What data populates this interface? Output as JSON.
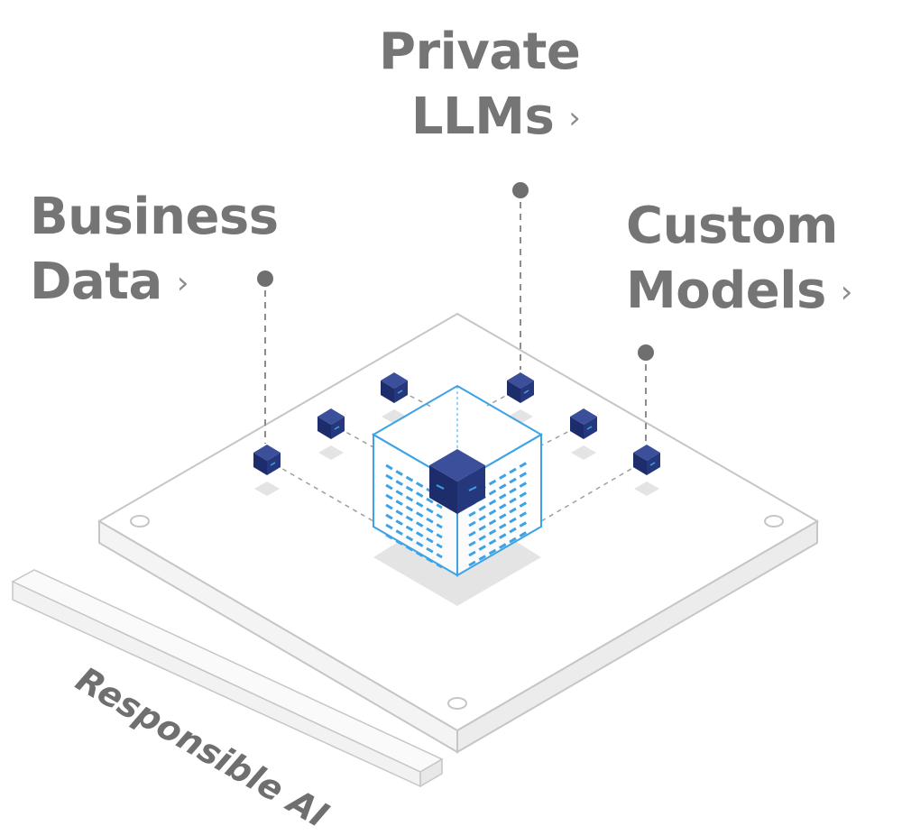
{
  "labels": {
    "private_llms": {
      "line1": "Private",
      "line2": "LLMs",
      "chevron": "›"
    },
    "business_data": {
      "line1": "Business",
      "line2": "Data",
      "chevron": "›"
    },
    "custom_models": {
      "line1": "Custom",
      "line2": "Models",
      "chevron": "›"
    }
  },
  "base_tag": {
    "text": "Responsible AI"
  },
  "colors": {
    "label_text": "#757575",
    "cube_navy": "#25387e",
    "cube_edge": "#3da3e6",
    "platform_stroke": "#c6c6c6",
    "connector": "#8d8d8d"
  }
}
